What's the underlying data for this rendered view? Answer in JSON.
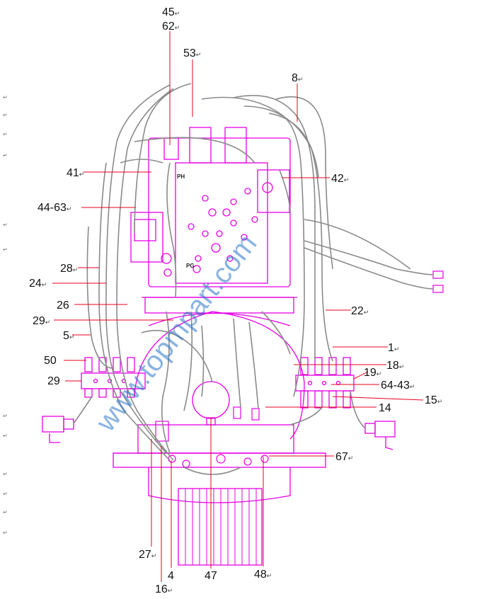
{
  "diagram": {
    "callouts": [
      {
        "id": "c45",
        "text": "45",
        "ret": "↵"
      },
      {
        "id": "c62",
        "text": "62",
        "ret": "↵"
      },
      {
        "id": "c53",
        "text": "53",
        "ret": "↵"
      },
      {
        "id": "c8",
        "text": "8",
        "ret": "↵"
      },
      {
        "id": "c41",
        "text": "41",
        "ret": "↵"
      },
      {
        "id": "c42",
        "text": "42",
        "ret": "↵"
      },
      {
        "id": "c4463",
        "text": "44‑63",
        "ret": "↵"
      },
      {
        "id": "c28",
        "text": "28",
        "ret": "↵"
      },
      {
        "id": "c24",
        "text": "24",
        "ret": "↵"
      },
      {
        "id": "c26",
        "text": "26",
        "ret": ""
      },
      {
        "id": "c22",
        "text": "22",
        "ret": "↵"
      },
      {
        "id": "c29a",
        "text": "29",
        "ret": "↵"
      },
      {
        "id": "c5",
        "text": "5",
        "ret": "↵"
      },
      {
        "id": "c1",
        "text": "1",
        "ret": "↵"
      },
      {
        "id": "c50",
        "text": "50",
        "ret": ""
      },
      {
        "id": "c18",
        "text": "18",
        "ret": "↵"
      },
      {
        "id": "c19",
        "text": "19",
        "ret": "↵"
      },
      {
        "id": "c29b",
        "text": "29",
        "ret": ""
      },
      {
        "id": "c6443",
        "text": "64‑43",
        "ret": "↵"
      },
      {
        "id": "c15",
        "text": "15",
        "ret": "↵"
      },
      {
        "id": "c14",
        "text": "14",
        "ret": ""
      },
      {
        "id": "c67",
        "text": "67",
        "ret": "↵"
      },
      {
        "id": "c27",
        "text": "27",
        "ret": "↵"
      },
      {
        "id": "c4",
        "text": "4",
        "ret": ""
      },
      {
        "id": "c47",
        "text": "47",
        "ret": ""
      },
      {
        "id": "c48",
        "text": "48",
        "ret": "↵"
      },
      {
        "id": "c16",
        "text": "16",
        "ret": "↵"
      }
    ],
    "port_labels": {
      "ph": "PH",
      "pg": "PG"
    },
    "watermark": "www.topmpart.com"
  },
  "colors": {
    "part": "#e600e6",
    "leader": "#e8001e",
    "hose": "#8a8a8a",
    "text": "#111111",
    "watermark": "#2a76c9"
  }
}
